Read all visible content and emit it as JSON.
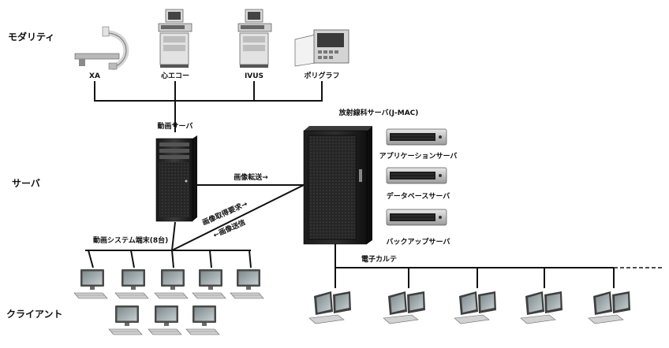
{
  "tiers": {
    "modality": "モダリティ",
    "server": "サーバ",
    "client": "クライアント"
  },
  "modalities": {
    "xa": "XA",
    "echo": "心エコー",
    "ivus": "IVUS",
    "polygraph": "ポリグラフ"
  },
  "video_server": {
    "label": "動画サーバ"
  },
  "jmac": {
    "label": "放射線科サーバ(J-MAC)",
    "servers": [
      "アプリケーションサーバ",
      "データベースサーバ",
      "バックアップサーバ"
    ]
  },
  "links": {
    "transfer": "画像転送→",
    "request": "画像取得要求→",
    "send": "←画像送信"
  },
  "clients": {
    "video_terminals": "動画システム端末(8台)",
    "emr": "電子カルテ"
  },
  "colors": {
    "line": "#111111",
    "device_dark": "#2a2a2a",
    "device_light": "#d8d8d8"
  }
}
